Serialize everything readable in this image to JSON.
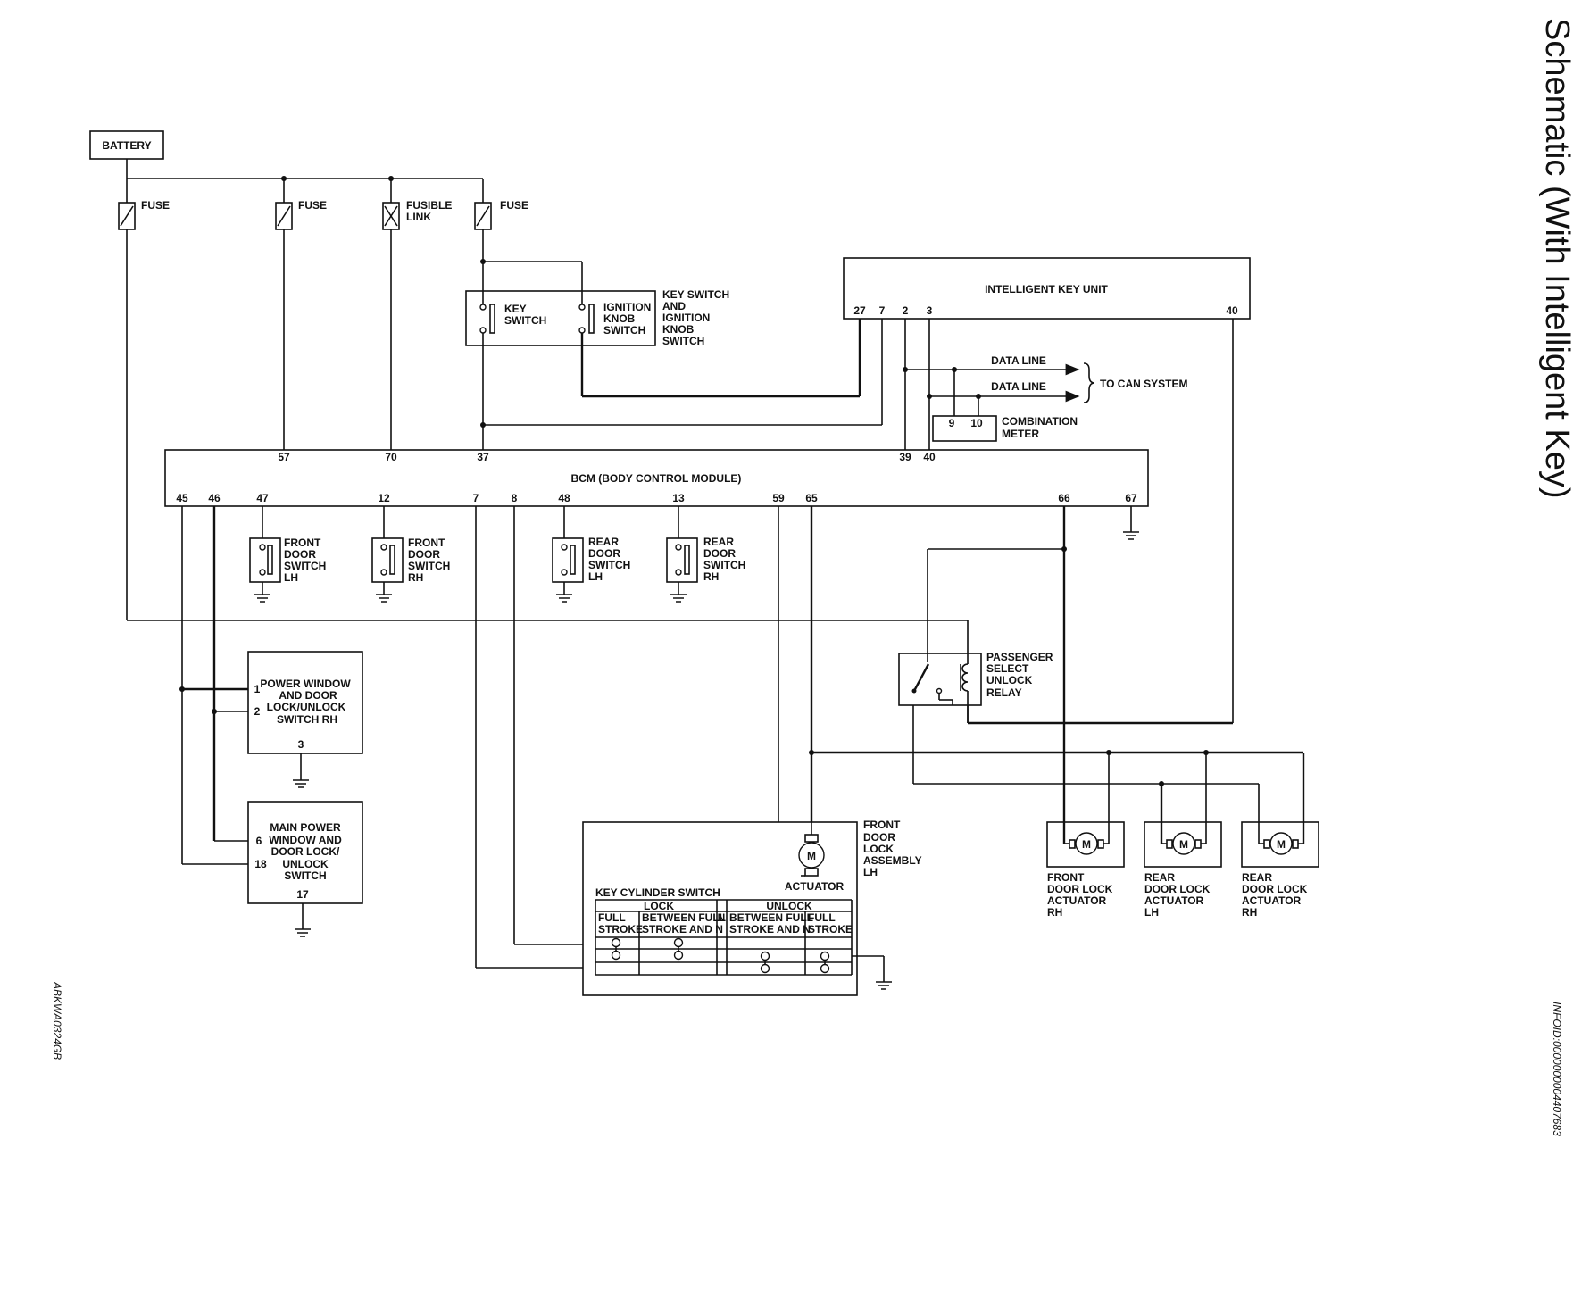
{
  "title": "Schematic (With Intelligent Key)",
  "codes": {
    "left": "ABKWA0324GB",
    "right": "INFOID:0000000004407683"
  },
  "battery": "BATTERY",
  "fuses": {
    "f1": "FUSE",
    "f2": "FUSE",
    "fusible_1": "FUSIBLE",
    "fusible_2": "LINK",
    "f4": "FUSE"
  },
  "key_switch": {
    "key_1": "KEY",
    "key_2": "SWITCH",
    "ign_1": "IGNITION",
    "ign_2": "KNOB",
    "ign_3": "SWITCH",
    "title_1": "KEY SWITCH",
    "title_2": "AND",
    "title_3": "IGNITION",
    "title_4": "KNOB",
    "title_5": "SWITCH"
  },
  "iku": {
    "label": "INTELLIGENT KEY UNIT",
    "p27": "27",
    "p7": "7",
    "p2": "2",
    "p3": "3",
    "p40": "40"
  },
  "can": {
    "data_line_1": "DATA LINE",
    "data_line_2": "DATA LINE",
    "to_can": "TO CAN SYSTEM"
  },
  "meter": {
    "p9": "9",
    "p10": "10",
    "label_1": "COMBINATION",
    "label_2": "METER"
  },
  "bcm": {
    "label": "BCM (BODY CONTROL MODULE)",
    "top_pins": [
      "57",
      "70",
      "37",
      "39",
      "40"
    ],
    "bottom_pins": [
      "45",
      "46",
      "47",
      "12",
      "7",
      "8",
      "48",
      "13",
      "59",
      "65",
      "66",
      "67"
    ]
  },
  "door_switches": [
    {
      "l1": "FRONT",
      "l2": "DOOR",
      "l3": "SWITCH",
      "l4": "LH"
    },
    {
      "l1": "FRONT",
      "l2": "DOOR",
      "l3": "SWITCH",
      "l4": "RH"
    },
    {
      "l1": "REAR",
      "l2": "DOOR",
      "l3": "SWITCH",
      "l4": "LH"
    },
    {
      "l1": "REAR",
      "l2": "DOOR",
      "l3": "SWITCH",
      "l4": "RH"
    }
  ],
  "pw_rh": {
    "l1": "POWER WINDOW",
    "l2": "AND DOOR",
    "l3": "LOCK/UNLOCK",
    "l4": "SWITCH RH",
    "p1": "1",
    "p2": "2",
    "p3": "3"
  },
  "main_pw": {
    "l1": "MAIN POWER",
    "l2": "WINDOW AND",
    "l3": "DOOR LOCK/",
    "l4": "UNLOCK",
    "l5": "SWITCH",
    "p6": "6",
    "p18": "18",
    "p17": "17"
  },
  "relay": {
    "l1": "PASSENGER",
    "l2": "SELECT",
    "l3": "UNLOCK",
    "l4": "RELAY"
  },
  "front_lh": {
    "l1": "FRONT",
    "l2": "DOOR",
    "l3": "LOCK",
    "l4": "ASSEMBLY",
    "l5": "LH",
    "actuator": "ACTUATOR",
    "motor": "M"
  },
  "kcs": {
    "title": "KEY CYLINDER SWITCH",
    "lock": "LOCK",
    "unlock": "UNLOCK",
    "n": "N",
    "c1a": "FULL",
    "c1b": "STROKE",
    "c2a": "BETWEEN FULL",
    "c2b": "STROKE AND N",
    "c3a": "BETWEEN FULL",
    "c3b": "STROKE AND N",
    "c4a": "FULL",
    "c4b": "STROKE"
  },
  "actuators": [
    {
      "l1": "FRONT",
      "l2": "DOOR LOCK",
      "l3": "ACTUATOR",
      "l4": "RH",
      "motor": "M"
    },
    {
      "l1": "REAR",
      "l2": "DOOR LOCK",
      "l3": "ACTUATOR",
      "l4": "LH",
      "motor": "M"
    },
    {
      "l1": "REAR",
      "l2": "DOOR LOCK",
      "l3": "ACTUATOR",
      "l4": "RH",
      "motor": "M"
    }
  ]
}
